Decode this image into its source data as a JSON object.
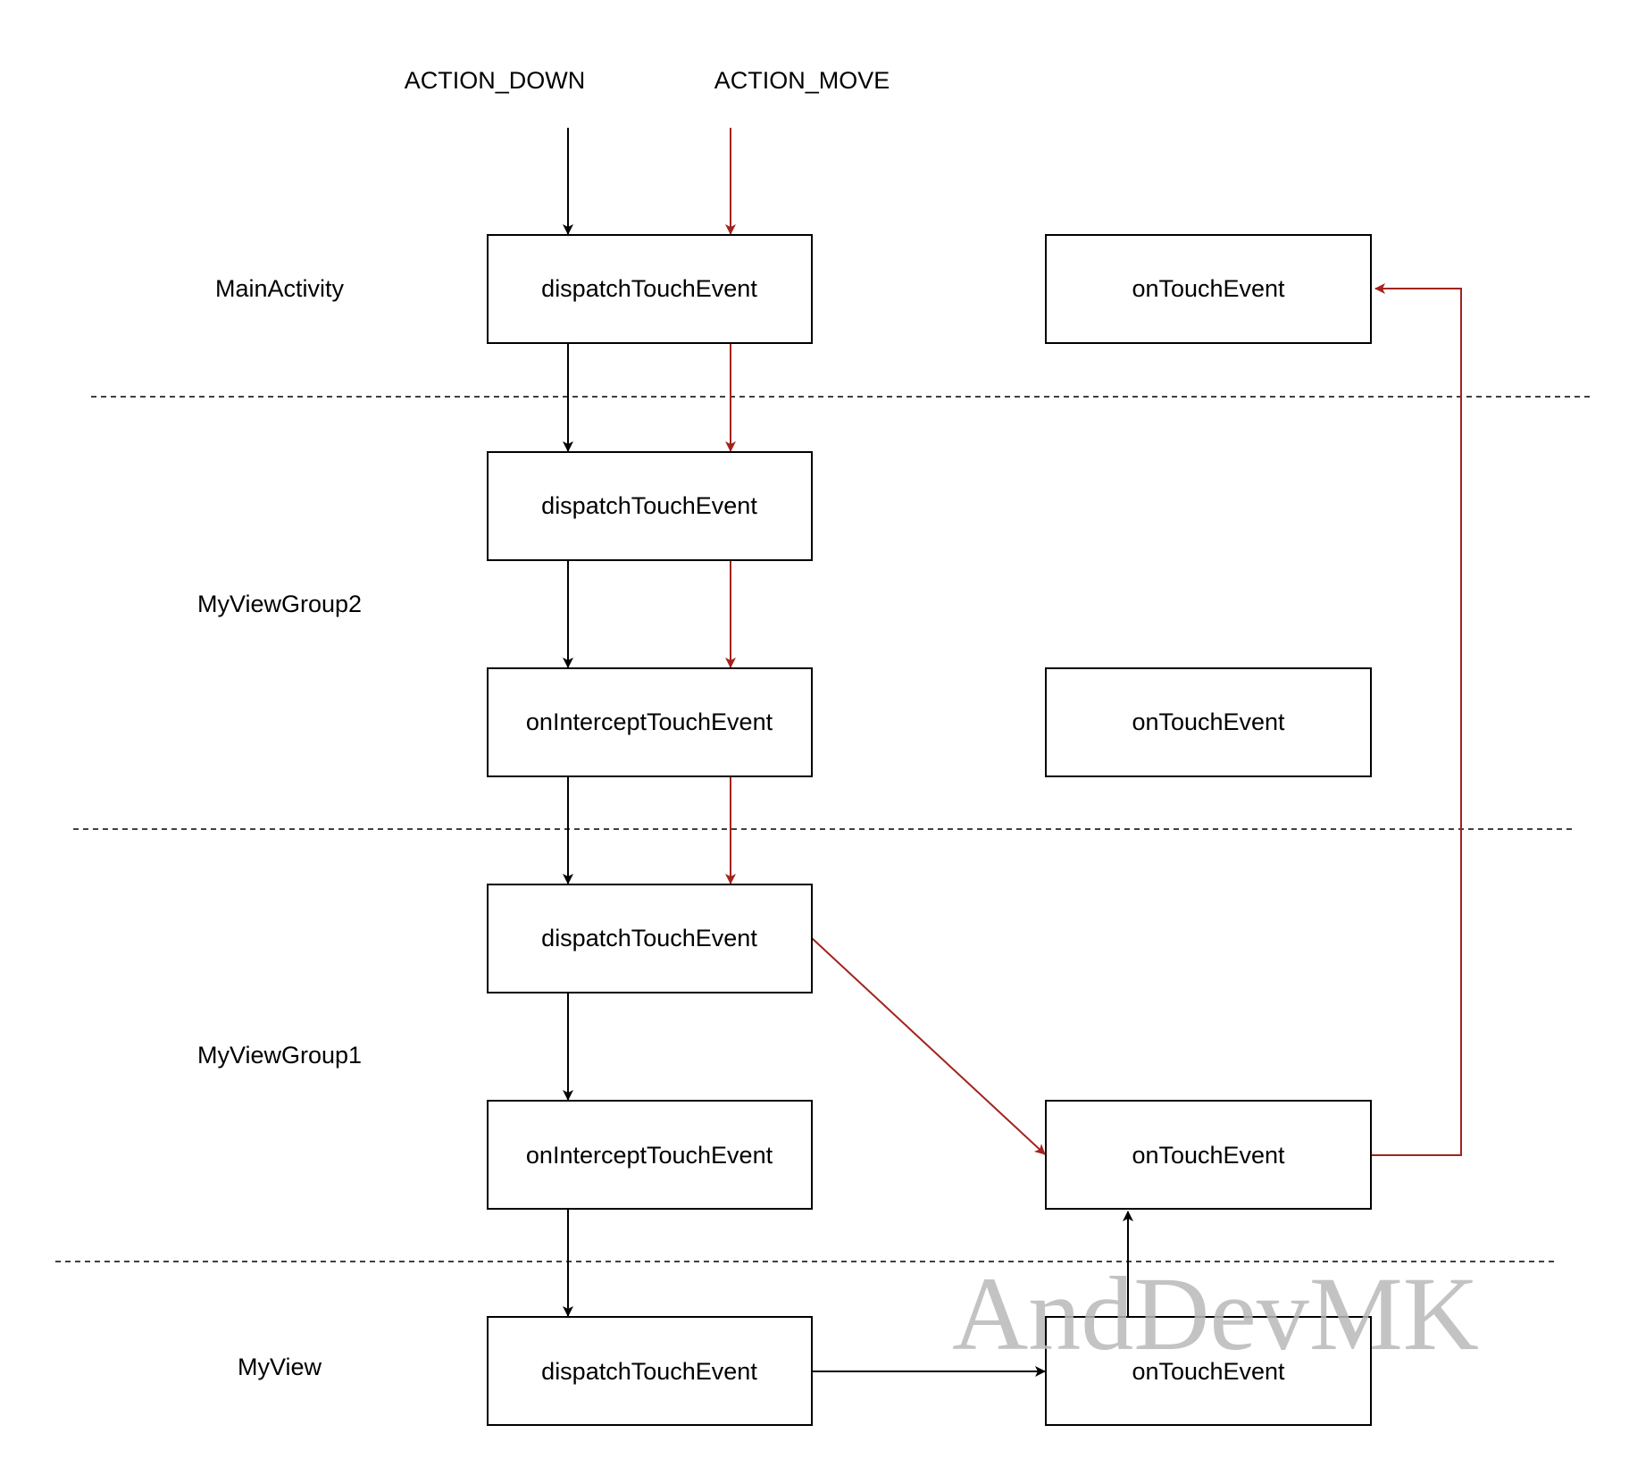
{
  "events": {
    "down": "ACTION_DOWN",
    "move": "ACTION_MOVE"
  },
  "layers": {
    "main_activity": "MainActivity",
    "view_group2": "MyViewGroup2",
    "view_group1": "MyViewGroup1",
    "my_view": "MyView"
  },
  "nodes": {
    "main_dispatch": "dispatchTouchEvent",
    "main_touch": "onTouchEvent",
    "vg2_dispatch": "dispatchTouchEvent",
    "vg2_intercept": "onInterceptTouchEvent",
    "vg2_touch": "onTouchEvent",
    "vg1_dispatch": "dispatchTouchEvent",
    "vg1_intercept": "onInterceptTouchEvent",
    "vg1_touch": "onTouchEvent",
    "view_dispatch": "dispatchTouchEvent",
    "view_touch": "onTouchEvent"
  },
  "colors": {
    "action_down_path": "#000000",
    "action_move_path": "#a2231d",
    "watermark": "#b8b8b8"
  },
  "watermark": "AndDevMK"
}
